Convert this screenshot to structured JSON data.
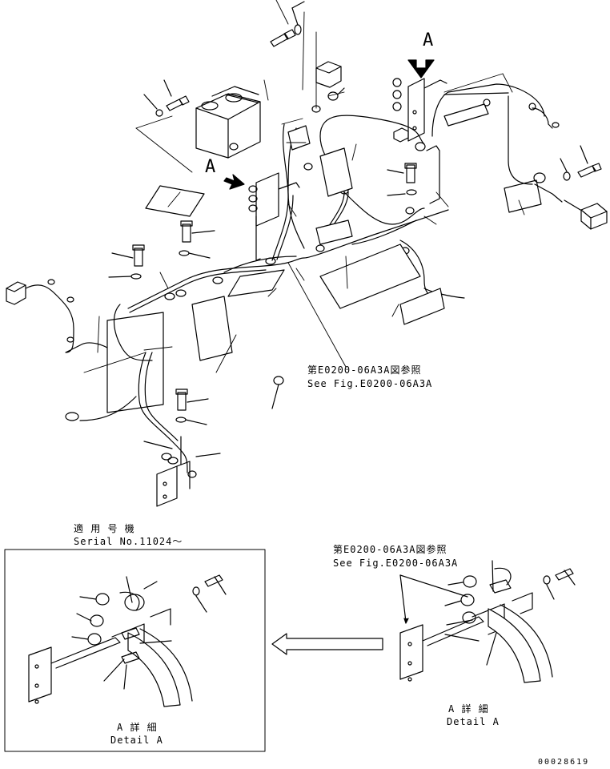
{
  "view_markers": {
    "top_arrow_label": "A",
    "left_arrow_label": "A"
  },
  "main_reference": {
    "ja": "第E0200-06A3A図参照",
    "en": "See Fig.E0200-06A3A"
  },
  "inset_right": {
    "reference_ja": "第E0200-06A3A図参照",
    "reference_en": "See Fig.E0200-06A3A",
    "caption_ja": "A 詳 細",
    "caption_en": "Detail A"
  },
  "inset_left": {
    "serial_ja": "適 用 号 機",
    "serial_en": "Serial No.11024～",
    "caption_ja": "A 詳 細",
    "caption_en": "Detail A"
  },
  "drawing_number": "00028619"
}
